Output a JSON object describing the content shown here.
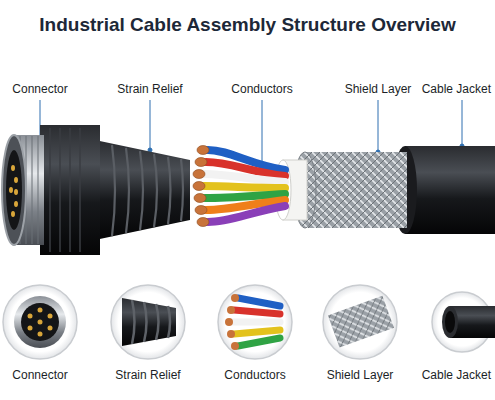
{
  "diagram": {
    "title": "Industrial Cable Assembly Structure Overview",
    "labels": [
      "Connector",
      "Strain Relief",
      "Conductors",
      "Shield Layer",
      "Cable Jacket",
      "Connector",
      "Strain Relief",
      "Conductors",
      "Shield Layer",
      "Cable Jacket"
    ]
  }
}
